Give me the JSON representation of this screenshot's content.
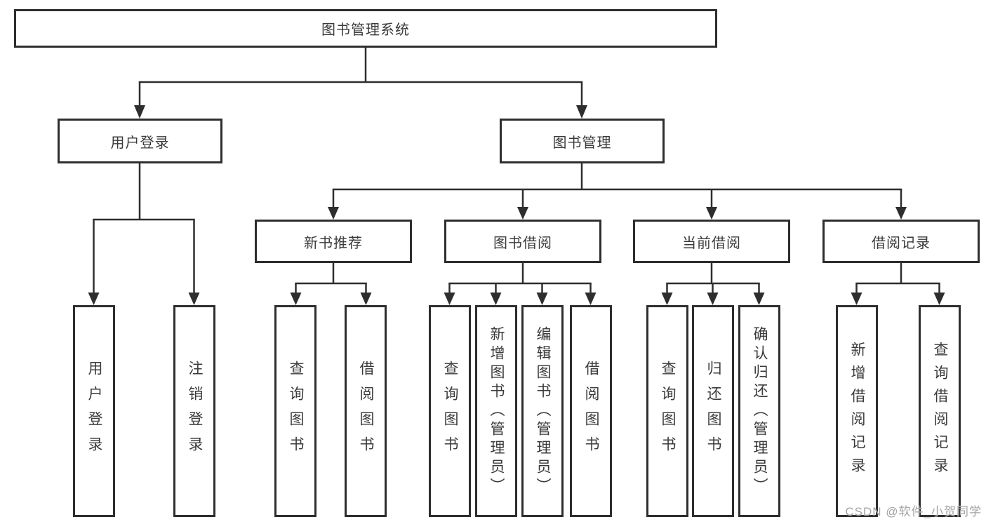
{
  "diagram": {
    "title": "图书管理系统",
    "root": {
      "label": "图书管理系统"
    },
    "level2": [
      {
        "label": "用户登录"
      },
      {
        "label": "图书管理"
      }
    ],
    "level3": [
      {
        "label": "新书推荐"
      },
      {
        "label": "图书借阅"
      },
      {
        "label": "当前借阅"
      },
      {
        "label": "借阅记录"
      }
    ],
    "leaves": {
      "user_login": [
        {
          "label": "用户登录"
        },
        {
          "label": "注销登录"
        }
      ],
      "new_book": [
        {
          "label": "查询图书"
        },
        {
          "label": "借阅图书"
        }
      ],
      "book_borrow": [
        {
          "label": "查询图书"
        },
        {
          "label": "新增图书（管理员）"
        },
        {
          "label": "编辑图书（管理员）"
        },
        {
          "label": "借阅图书"
        }
      ],
      "current_borrow": [
        {
          "label": "查询图书"
        },
        {
          "label": "归还图书"
        },
        {
          "label": "确认归还（管理员）"
        }
      ],
      "borrow_record": [
        {
          "label": "新增借阅记录"
        },
        {
          "label": "查询借阅记录"
        }
      ]
    },
    "colors": {
      "line": "#2e2e2e",
      "text": "#3a3a3a",
      "background": "#ffffff",
      "watermark": "#a3a3a3"
    }
  },
  "watermark": {
    "text": "CSDN @软件_小贺同学"
  }
}
